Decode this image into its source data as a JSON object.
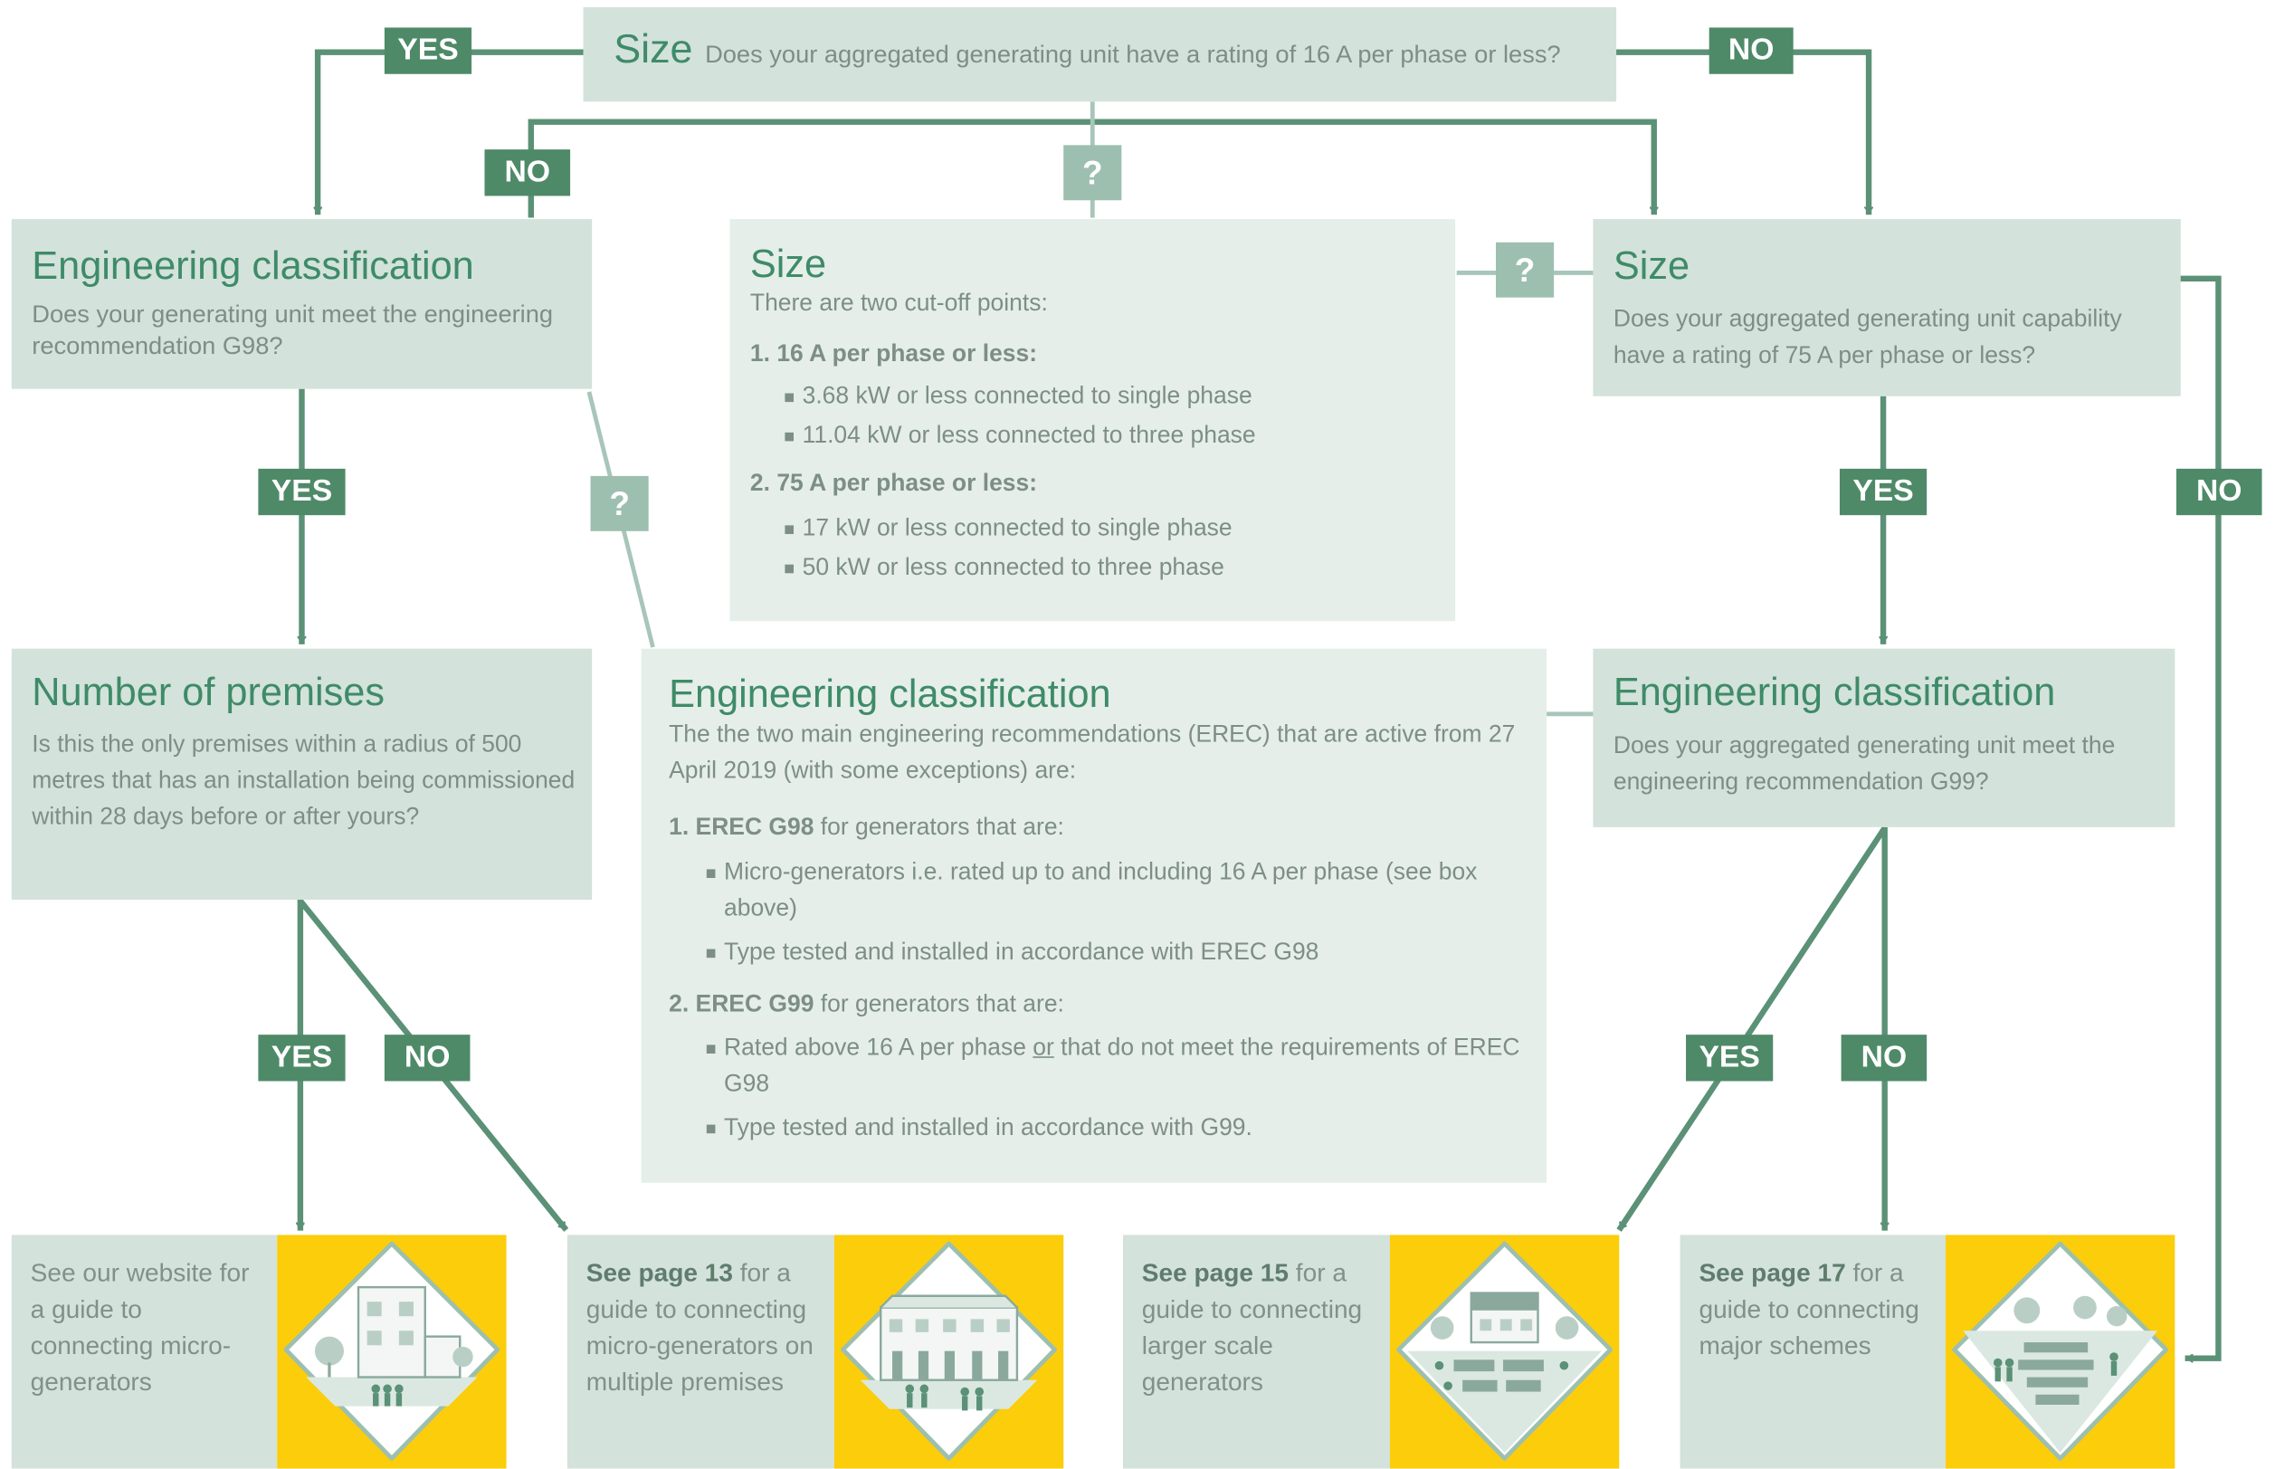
{
  "top_question": {
    "heading": "Size",
    "text": "Does your aggregated generating unit have a rating of 16 A per phase or less?"
  },
  "labels": {
    "yes": "YES",
    "no": "NO",
    "question": "?"
  },
  "left_box": {
    "heading": "Engineering classification",
    "text": "Does your generating unit meet the engineering recommendation G98?"
  },
  "middle_size": {
    "heading": "Size",
    "intro": "There are two cut-off points:",
    "point1": "1. 16 A per phase or less:",
    "point1_items": [
      "3.68 kW or less connected to single phase",
      "11.04 kW or less connected to three phase"
    ],
    "point2": "2. 75 A per phase or less:",
    "point2_items": [
      "17 kW or less connected to single phase",
      "50 kW or less connected to three phase"
    ]
  },
  "right_size": {
    "heading": "Size",
    "text": "Does your aggregated generating unit capability have a rating of 75 A per phase or less?"
  },
  "premises": {
    "heading": "Number of premises",
    "text": "Is this the only premises within a radius of 500 metres that has an installation being commissioned within 28 days before or after yours?"
  },
  "middle_eng": {
    "heading": "Engineering classification",
    "intro": "The the two main engineering recommendations (EREC) that are active from 27 April 2019 (with some exceptions) are:",
    "g98_num": "1. ",
    "g98_name": "EREC G98",
    "g98_suffix": " for generators that are:",
    "g98_items": [
      "Micro-generators i.e. rated up to and including 16 A per phase (see box above)",
      "Type tested and installed in accordance with EREC G98"
    ],
    "g99_num": "2. ",
    "g99_name": "EREC G99",
    "g99_suffix": " for generators that are:",
    "g99_item1_a": "Rated above 16 A per phase ",
    "g99_item1_or": "or",
    "g99_item1_b": " that do not meet the requirements of EREC G98",
    "g99_item2": "Type tested and installed in accordance with G99."
  },
  "right_eng": {
    "heading": "Engineering classification",
    "text": "Does your aggregated generating unit meet the engineering recommendation G99?"
  },
  "outcomes": [
    {
      "bold": "",
      "text": "See our website for a guide to connecting micro-generators"
    },
    {
      "bold": "See page 13",
      "text": " for a guide to connecting micro-generators on multiple premises"
    },
    {
      "bold": "See page 15",
      "text": " for a guide to connecting larger scale generators"
    },
    {
      "bold": "See page 17",
      "text": " for a guide to connecting major schemes"
    }
  ],
  "colors": {
    "arrow": "#5b9176",
    "tag": "#4e8a68",
    "tag_question": "#9dbfb0",
    "box_dark": "#d3e2db",
    "box_light": "#e5eee9",
    "title": "#3e8b68",
    "yellow": "#fbcd0a"
  }
}
